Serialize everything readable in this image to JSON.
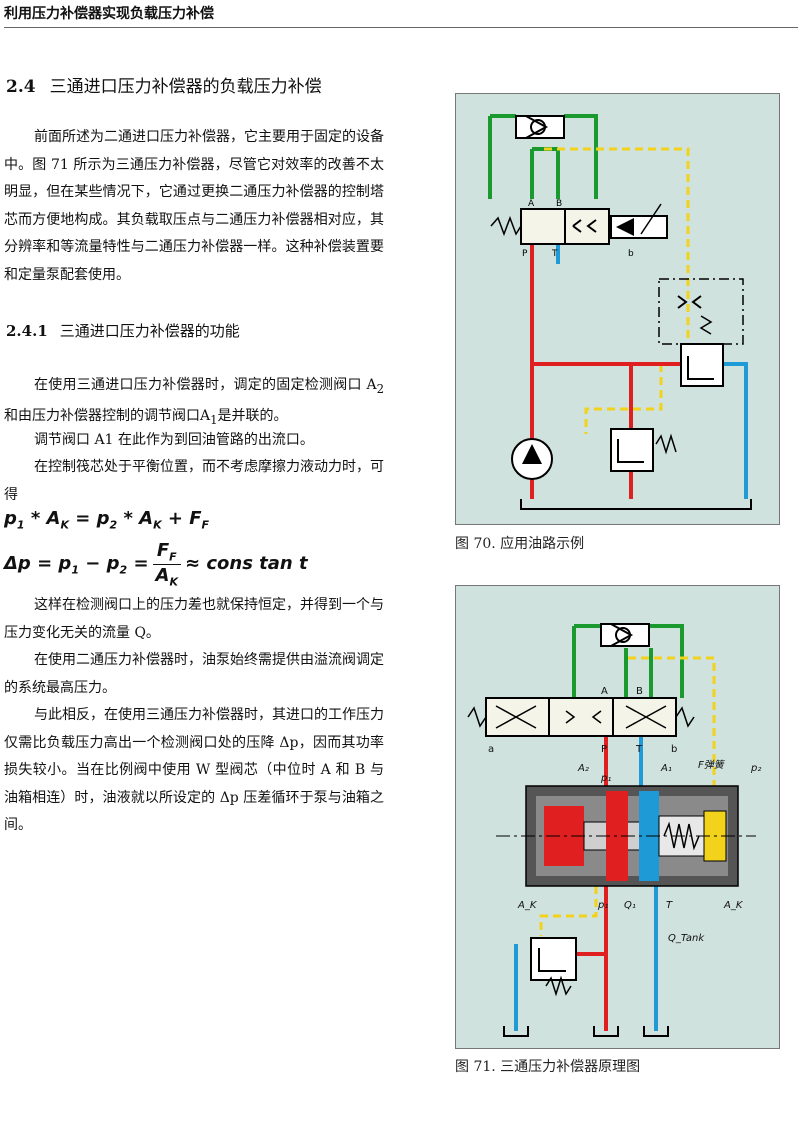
{
  "header": {
    "title": "利用压力补偿器实现负载压力补偿"
  },
  "section": {
    "number": "2.4",
    "title": "三通进口压力补偿器的负载压力补偿"
  },
  "para1": "前面所述为二通进口压力补偿器，它主要用于固定的设备中。图 71 所示为三通压力补偿器，尽管它对效率的改善不太明显，但在某些情况下，它通过更换二通压力补偿器的控制塔芯而方便地构成。其负载取压点与二通压力补偿器相对应，其分辨率和等流量特性与二通压力补偿器一样。这种补偿装置要和定量泵配套使用。",
  "subsection": {
    "number": "2.4.1",
    "title": "三通进口压力补偿器的功能"
  },
  "para2": {
    "pre": "在使用三通进口压力补偿器时，调定的固定检测阀口 A",
    "sub1": "2",
    "mid": "和由压力补偿器控制的调节阀口A",
    "sub2": "1",
    "post": "是并联的。"
  },
  "para3": "调节阀口 A1 在此作为到回油管路的出流口。",
  "para4": "在控制筏芯处于平衡位置，而不考虑摩擦力液动力时，可得",
  "formula1": {
    "p1": "p",
    "s1": "1",
    "op1": "* A",
    "s2": "K",
    "eq": "= p",
    "s3": "2",
    "op2": "* A",
    "s4": "K",
    "plus": "+ F",
    "s5": "F"
  },
  "formula2": {
    "lhs": "Δp = p",
    "s1": "1",
    "minus": "− p",
    "s2": "2",
    "eq": "=",
    "num": "F",
    "nsub": "F",
    "den": "A",
    "dsub": "K",
    "approx": "≈ cons tan t"
  },
  "para5": "这样在检测阀口上的压力差也就保持恒定，并得到一个与压力变化无关的流量 Q。",
  "para6": "在使用二通压力补偿器时，油泵始终需提供由溢流阀调定的系统最高压力。",
  "para7": "与此相反，在使用三通压力补偿器时，其进口的工作压力仅需比负载压力高出一个检测阀口处的压降 Δp，因而其功率损失较小。当在比例阀中使用 W 型阀芯（中位时 A 和 B 与油箱相连）时，油液就以所设定的 Δp 压差循环于泵与油箱之间。",
  "fig70": {
    "caption": "图 70. 应用油路示例",
    "labels": {
      "A": "A",
      "B": "B",
      "P": "P",
      "T": "T",
      "b": "b"
    }
  },
  "fig71": {
    "caption": "图 71. 三通压力补偿器原理图",
    "labels": {
      "A": "A",
      "B": "B",
      "P": "P",
      "T": "T",
      "a": "a",
      "b": "b",
      "A2": "A₂",
      "A1": "A₁",
      "p1": "p₁",
      "Fspring": "F弹簧",
      "p2": "p₂",
      "AK_left": "A_K",
      "p1_bottom": "p₁",
      "Q1": "Q₁",
      "T_bottom": "T",
      "AK_right": "A_K",
      "Qtank": "Q_Tank"
    }
  },
  "colors": {
    "green": "#1a9a2e",
    "red": "#e02020",
    "yellow": "#f2d21b",
    "blue": "#1e9ad6",
    "figure_bg": "#cfe2dd"
  }
}
